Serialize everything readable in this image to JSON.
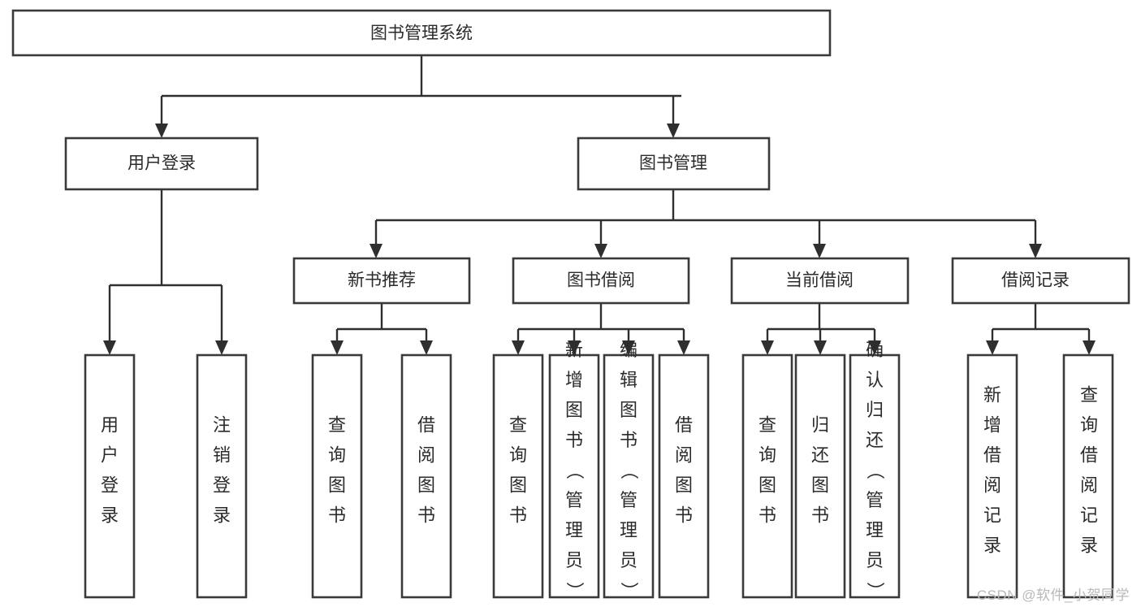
{
  "diagram": {
    "title": "图书管理系统",
    "type": "tree-hierarchy-diagram",
    "colors": {
      "box_stroke": "#3a3a3a",
      "box_fill": "#ffffff",
      "connector": "#2f2f2f",
      "text": "#2b2b2b",
      "background": "#ffffff",
      "watermark": "#b9b9b9"
    },
    "root": {
      "label": "图书管理系统"
    },
    "level2": [
      {
        "label": "用户登录"
      },
      {
        "label": "图书管理"
      }
    ],
    "level3": [
      {
        "label": "新书推荐"
      },
      {
        "label": "图书借阅"
      },
      {
        "label": "当前借阅"
      },
      {
        "label": "借阅记录"
      }
    ],
    "leaves": {
      "user_login": [
        {
          "label": "用户登录"
        },
        {
          "label": "注销登录"
        }
      ],
      "new_book_recommend": [
        {
          "label": "查询图书"
        },
        {
          "label": "借阅图书"
        }
      ],
      "book_borrow": [
        {
          "label": "查询图书"
        },
        {
          "label": "新增图书（管理员）"
        },
        {
          "label": "编辑图书（管理员）"
        },
        {
          "label": "借阅图书"
        }
      ],
      "current_borrow": [
        {
          "label": "查询图书"
        },
        {
          "label": "归还图书"
        },
        {
          "label": "确认归还（管理员）"
        }
      ],
      "borrow_record": [
        {
          "label": "新增借阅记录"
        },
        {
          "label": "查询借阅记录"
        }
      ]
    },
    "watermark": "CSDN @软件_小贺同学"
  }
}
